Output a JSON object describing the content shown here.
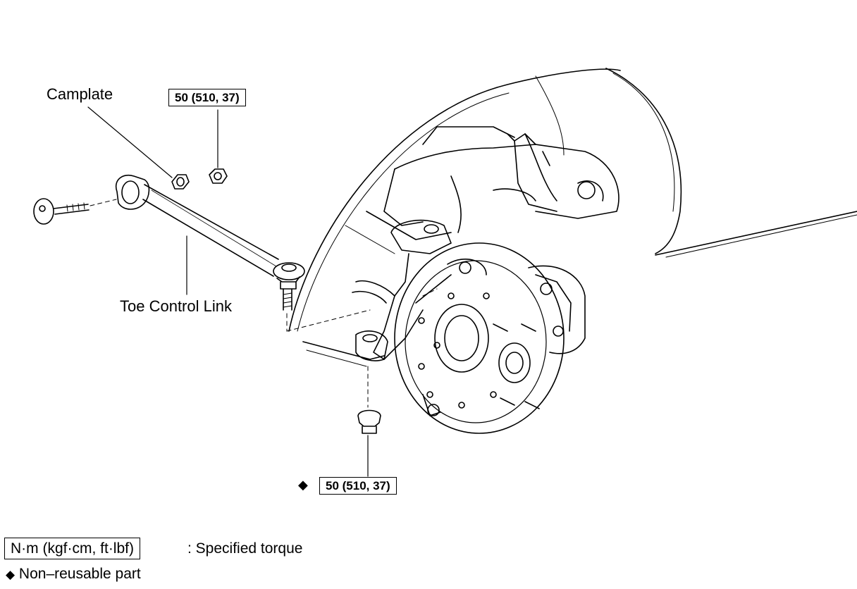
{
  "labels": {
    "camplate": "Camplate",
    "toe_control_link": "Toe Control Link"
  },
  "torque": {
    "upper": "50 (510, 37)",
    "lower": "50 (510, 37)",
    "lower_marker": "◆"
  },
  "legend": {
    "unit_box": "N·m (kgf·cm, ft·lbf)",
    "unit_desc": ": Specified torque",
    "non_reusable_marker": "◆",
    "non_reusable_desc": "Non–reusable part"
  },
  "icons": {
    "diamond": "non-reusable-diamond-icon"
  }
}
